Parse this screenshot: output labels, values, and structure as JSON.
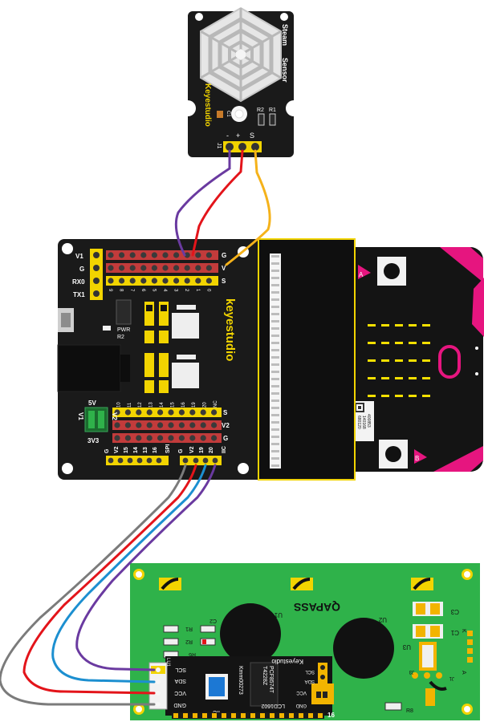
{
  "sensor": {
    "labels": [
      "Steam",
      "Sensor"
    ],
    "brand": "Keyestudio",
    "parts": [
      "R2",
      "R1",
      "C1"
    ],
    "connector": "J1",
    "pins": [
      "-",
      "+",
      "S"
    ]
  },
  "shield": {
    "brand": "keyestudio",
    "top_row_labels": [
      "9",
      "8",
      "7",
      "6",
      "5",
      "4",
      "3",
      "2",
      "1",
      "0"
    ],
    "top_row_ends": [
      "G",
      "V",
      "S"
    ],
    "serial_labels": [
      "V1",
      "G",
      "RX0",
      "TX1"
    ],
    "bottom_row_labels": [
      "NC",
      "20",
      "19",
      "16",
      "15",
      "14",
      "13",
      "12",
      "11",
      "10"
    ],
    "bottom_row_ends": [
      "S",
      "V2",
      "G"
    ],
    "power_labels": [
      "PWR",
      "R2"
    ],
    "jumper_labels": [
      "5V",
      "V1",
      "V2",
      "3V3"
    ],
    "i2c_header": [
      "G",
      "V2",
      "15",
      "14",
      "13",
      "16",
      "SPI",
      "G",
      "V2",
      "19",
      "20",
      "IIC"
    ]
  },
  "microbit": {
    "buttons": [
      "A",
      "B"
    ],
    "qr_text": [
      "400853",
      "140168",
      "680120"
    ]
  },
  "lcd": {
    "labels": [
      "LCD1602",
      "Keyestudio",
      "QAPASS",
      "U1",
      "U2",
      "U3",
      "C1",
      "C2",
      "C3",
      "R1",
      "R2",
      "R5",
      "R6",
      "R8",
      "J3",
      "J1",
      "K",
      "A"
    ],
    "chip_text": [
      "PCF8574T",
      "T4228Z",
      "Kmm00273"
    ],
    "pins": [
      "GND",
      "VCC",
      "SDA",
      "SCL"
    ],
    "side_labels": [
      "SCL",
      "SDA",
      "VCC",
      "GND"
    ],
    "pin_ends": [
      "IIC",
      "16"
    ],
    "pin_header": "LU1"
  },
  "colors": {
    "sensor_board": "#1a1a1a",
    "shield_board": "#1a1a1a",
    "microbit": "#141414",
    "microbit_accent": "#e6157f",
    "lcd_board": "#2fb24a",
    "pin_yellow": "#f2d400",
    "pin_red": "#c23b3b",
    "wire_purple": "#6a3aa0",
    "wire_red": "#e3141a",
    "wire_orange": "#f5b21a",
    "wire_grey": "#7b7b7b",
    "wire_blue": "#1c8fd0"
  }
}
